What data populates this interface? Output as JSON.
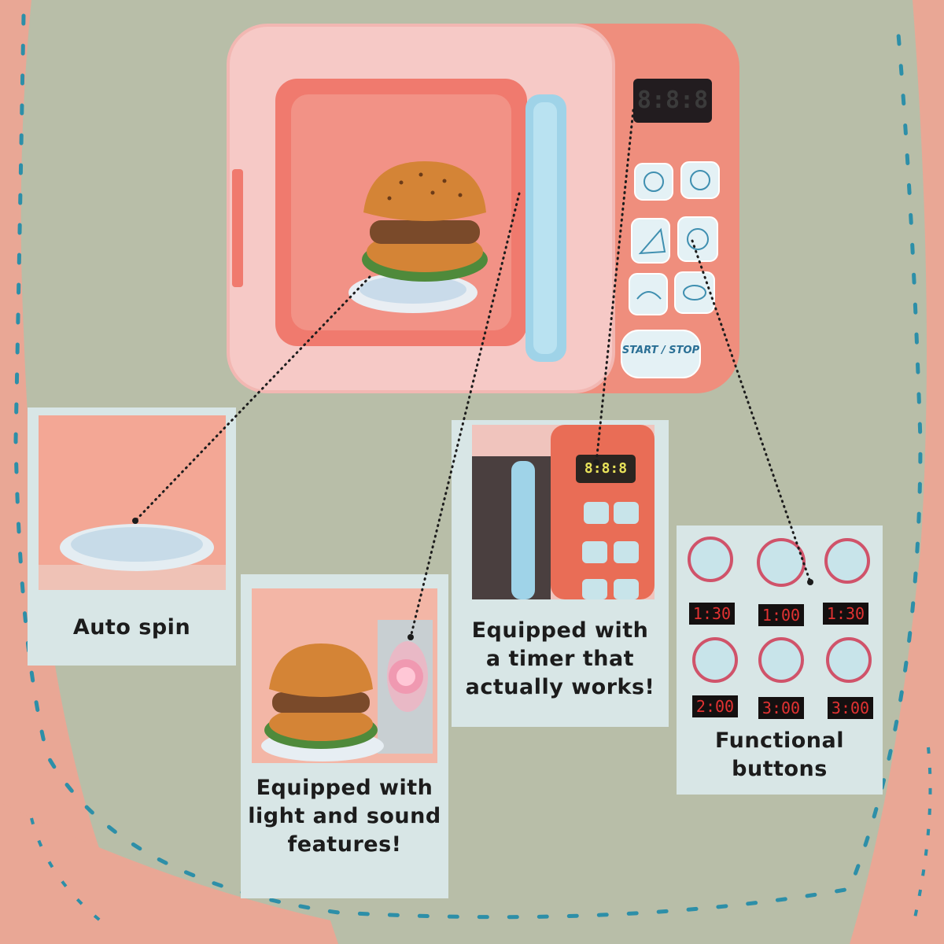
{
  "microwave": {
    "display": "8:8:8",
    "start_stop_label": "START / STOP",
    "colors": {
      "body": "#ef8e7d",
      "door": "#f6c9c6",
      "interior": "#f07a6e",
      "handle": "#9fd3e8",
      "burger_bun": "#d48436"
    }
  },
  "features": [
    {
      "caption": [
        "Auto spin"
      ]
    },
    {
      "caption": [
        "Equipped with",
        "light and sound",
        "features!"
      ]
    },
    {
      "caption": [
        "Equipped with",
        "a timer that",
        "actually works!"
      ]
    },
    {
      "caption": [
        "Functional",
        "buttons"
      ]
    }
  ],
  "timer_display": "8:8:8",
  "button_grid": [
    {
      "icon": "pizza-slice-icon",
      "time": "1:30"
    },
    {
      "icon": "burger-icon",
      "time": "1:00"
    },
    {
      "icon": "croissant-icon",
      "time": "1:30"
    },
    {
      "icon": "steak-icon",
      "time": "2:00"
    },
    {
      "icon": "soup-bowl-icon",
      "time": "3:00"
    },
    {
      "icon": "chicken-icon",
      "time": "3:00"
    }
  ]
}
